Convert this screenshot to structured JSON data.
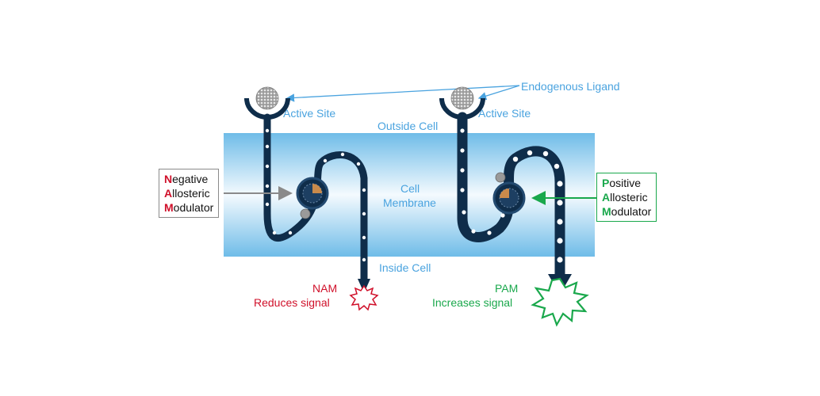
{
  "labels": {
    "endogenous_ligand": "Endogenous Ligand",
    "active_site_left": "Active Site",
    "active_site_right": "Active Site",
    "outside_cell": "Outside Cell",
    "cell_membrane_1": "Cell",
    "cell_membrane_2": "Membrane",
    "inside_cell": "Inside  Cell"
  },
  "nam": {
    "box_lines": [
      {
        "cap": "N",
        "rest": "egative"
      },
      {
        "cap": "A",
        "rest": "llosteric"
      },
      {
        "cap": "M",
        "rest": "odulator"
      }
    ],
    "abbrev": "NAM",
    "effect": "Reduces signal",
    "color": "#d0102a"
  },
  "pam": {
    "box_lines": [
      {
        "cap": "P",
        "rest": "ositive"
      },
      {
        "cap": "A",
        "rest": "llosteric"
      },
      {
        "cap": "M",
        "rest": "odulator"
      }
    ],
    "abbrev": "PAM",
    "effect": "Increases signal",
    "color": "#1aa84c"
  },
  "colors": {
    "membrane": "#7fc4ea",
    "receptor": "#0f2d4a",
    "label_blue": "#4aa3df",
    "modulator_gray": "#8a8a8a"
  },
  "icons": [
    "ligand-icon",
    "receptor-chain-icon",
    "allosteric-site-icon",
    "signal-burst-icon",
    "arrow-icon"
  ]
}
